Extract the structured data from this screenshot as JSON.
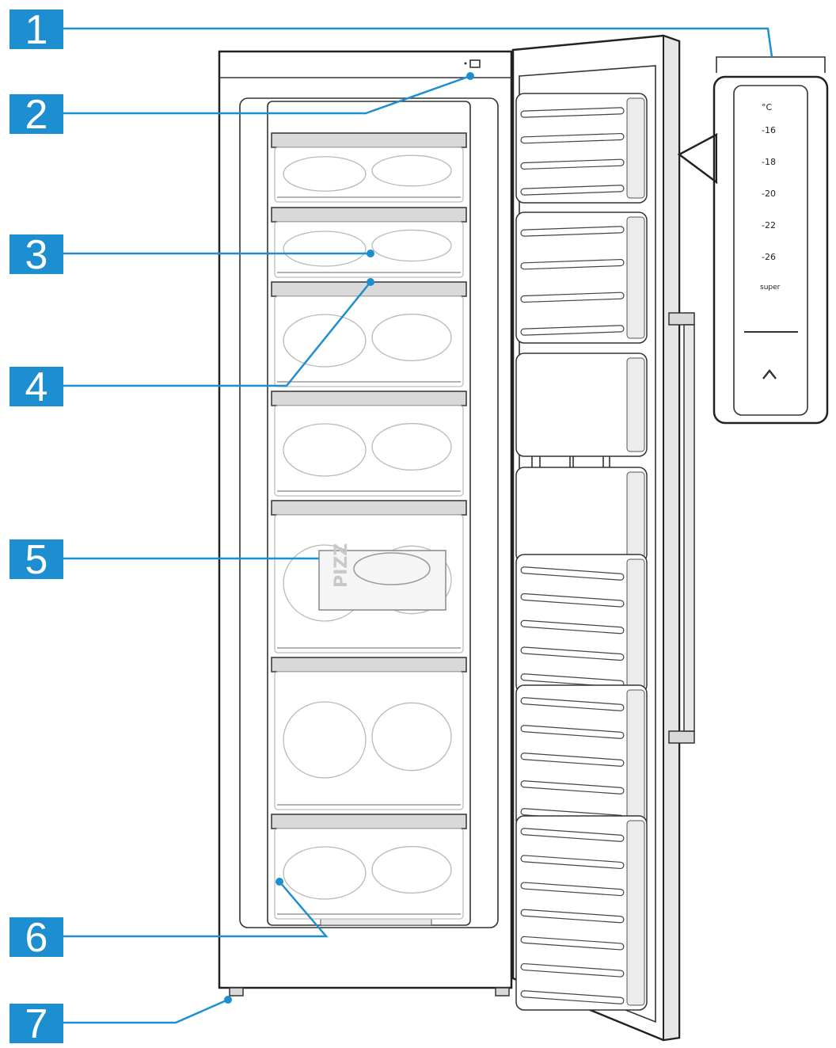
{
  "callouts": [
    {
      "number": "1"
    },
    {
      "number": "2"
    },
    {
      "number": "3"
    },
    {
      "number": "4"
    },
    {
      "number": "5"
    },
    {
      "number": "6"
    },
    {
      "number": "7"
    }
  ],
  "control_panel": {
    "unit": "°C",
    "temperatures": [
      "-16",
      "-18",
      "-20",
      "-22",
      "-26"
    ],
    "super_label": "super",
    "up_button_icon": "chevron-up-icon"
  },
  "pizza_box_text": "PIZZ",
  "colors": {
    "callout_blue": "#1d8fd0",
    "outline": "#222222",
    "shelf_grey": "#d9d9d9"
  }
}
